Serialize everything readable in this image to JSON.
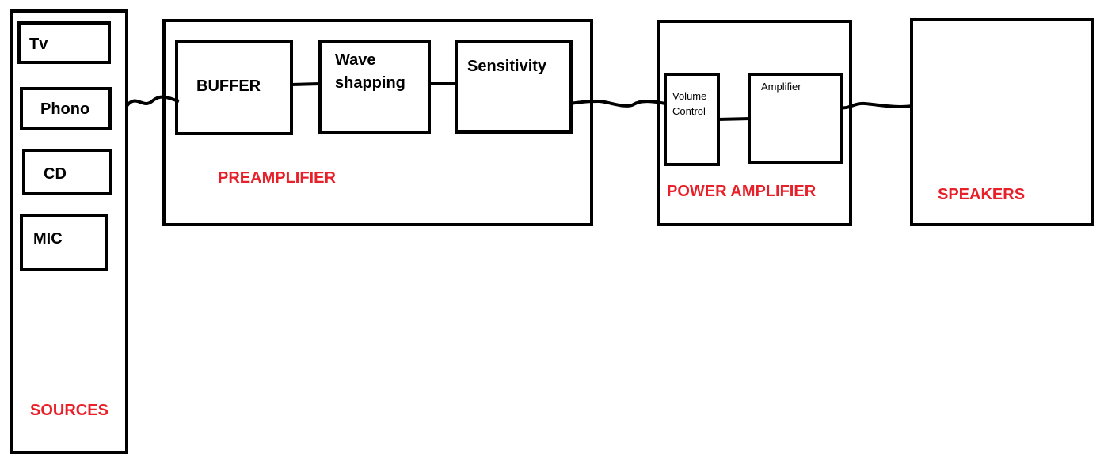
{
  "colors": {
    "line": "#000000",
    "section_label": "#e8202a"
  },
  "sources": {
    "label": "SOURCES",
    "items": [
      "Tv",
      "Phono",
      "CD",
      "MIC"
    ]
  },
  "preamplifier": {
    "label": "PREAMPLIFIER",
    "buffer": "BUFFER",
    "wave_line1": "Wave",
    "wave_line2": "shapping",
    "sensitivity": "Sensitivity"
  },
  "power_amplifier": {
    "label": "POWER AMPLIFIER",
    "volume_line1": "Volume",
    "volume_line2": "Control",
    "amplifier": "Amplifier"
  },
  "speakers": {
    "label": "SPEAKERS"
  }
}
